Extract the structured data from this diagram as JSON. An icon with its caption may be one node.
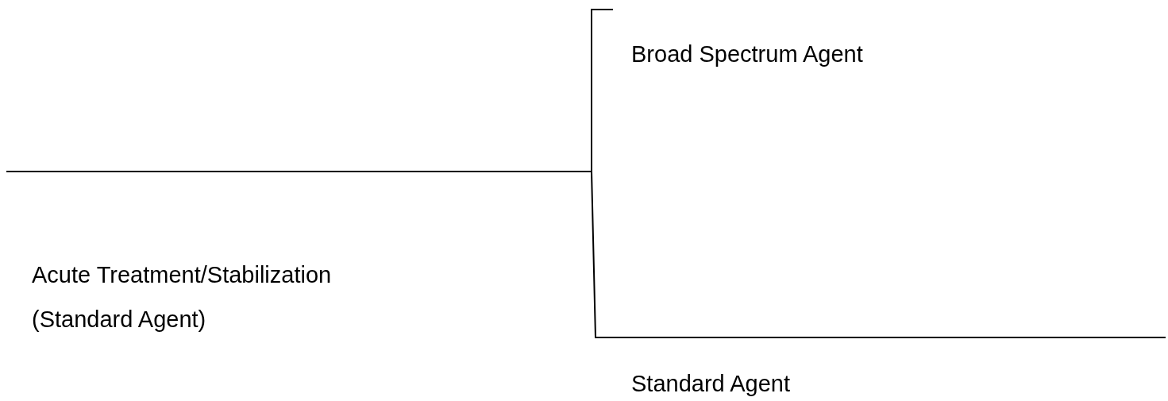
{
  "diagram": {
    "nodes": [
      {
        "text": [
          "Broad Spectrum Agent"
        ]
      },
      {
        "text": [
          "Standard Agent"
        ]
      }
    ],
    "edges": [
      {
        "from": null,
        "to": 0,
        "arrow": "none"
      },
      {
        "from": null,
        "to": 1,
        "arrow": "none"
      }
    ],
    "labels": [
      "Acute Treatment/Stabilization (Standard Agent)"
    ]
  }
}
